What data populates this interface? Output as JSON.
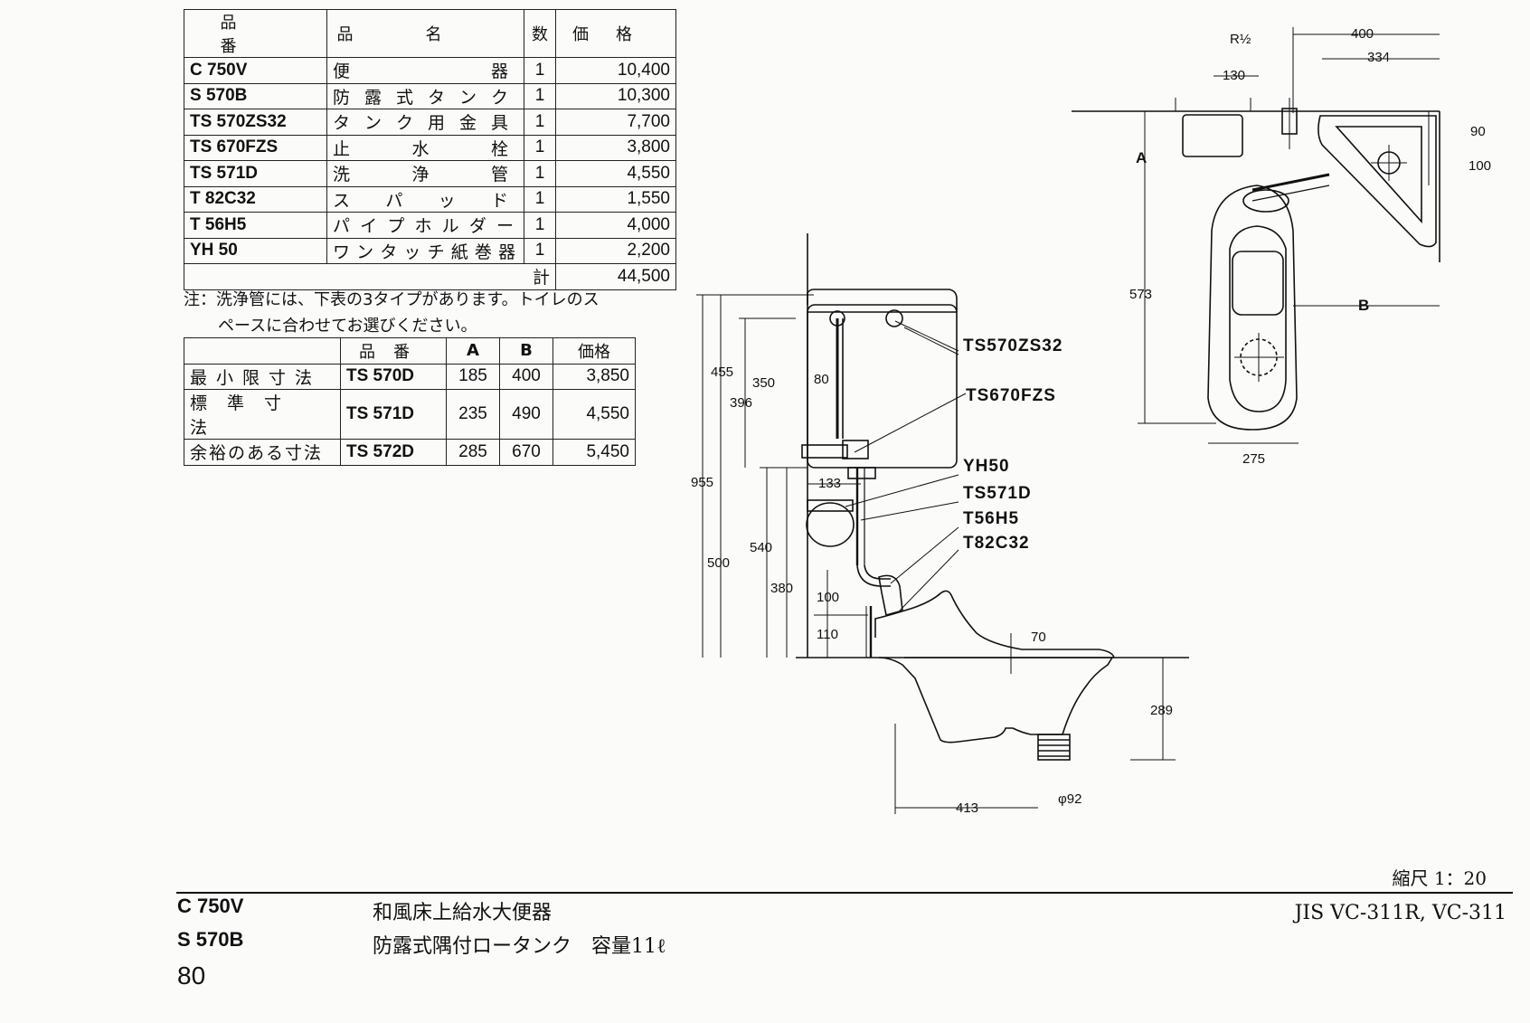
{
  "parts_table": {
    "headers": [
      "品番",
      "品名",
      "数",
      "価格"
    ],
    "rows": [
      {
        "code": "C 750V",
        "name": "便器",
        "qty": "1",
        "price": "10,400"
      },
      {
        "code": "S 570B",
        "name": "防露式タンク",
        "qty": "1",
        "price": "10,300"
      },
      {
        "code": "TS 570ZS32",
        "name": "タンク用金具",
        "qty": "1",
        "price": "7,700"
      },
      {
        "code": "TS 670FZS",
        "name": "止水栓",
        "qty": "1",
        "price": "3,800"
      },
      {
        "code": "TS 571D",
        "name": "洗浄管",
        "qty": "1",
        "price": "4,550"
      },
      {
        "code": "T 82C32",
        "name": "スパッド",
        "qty": "1",
        "price": "1,550"
      },
      {
        "code": "T 56H5",
        "name": "パイプホルダー",
        "qty": "1",
        "price": "4,000"
      },
      {
        "code": "YH 50",
        "name": "ワンタッチ紙巻器",
        "qty": "1",
        "price": "2,200"
      }
    ],
    "total_label": "計",
    "total_value": "44,500"
  },
  "note": {
    "line1": "注：洗浄管には、下表の3タイプがあります。トイレのス",
    "line2": "ペースに合わせてお選びください。"
  },
  "pipe_table": {
    "headers": [
      "",
      "品番",
      "A",
      "B",
      "価格"
    ],
    "rows": [
      {
        "size": "最小限寸法",
        "code": "TS 570D",
        "a": "185",
        "b": "400",
        "price": "3,850"
      },
      {
        "size": "標準寸法",
        "code": "TS 571D",
        "a": "235",
        "b": "490",
        "price": "4,550"
      },
      {
        "size": "余裕のある寸法",
        "code": "TS 572D",
        "a": "285",
        "b": "670",
        "price": "5,450"
      }
    ]
  },
  "drawing": {
    "part_labels": [
      "TS570ZS32",
      "TS670FZS",
      "YH50",
      "TS571D",
      "T56H5",
      "T82C32"
    ],
    "side_dims": [
      "455",
      "396",
      "350",
      "80",
      "955",
      "133",
      "540",
      "500",
      "380",
      "100",
      "110",
      "70",
      "289",
      "413",
      "φ92"
    ],
    "plan_dims": [
      "R½",
      "400",
      "334",
      "130",
      "90",
      "100",
      "A",
      "573",
      "B",
      "275"
    ]
  },
  "scale": "縮尺 1：20",
  "footer": {
    "model1": "C 750V",
    "desc1": "和風床上給水大便器",
    "model2": "S 570B",
    "desc2": "防露式隅付ロータンク　容量11ℓ",
    "jis": "JIS VC-311R, VC-311",
    "page": "80"
  }
}
